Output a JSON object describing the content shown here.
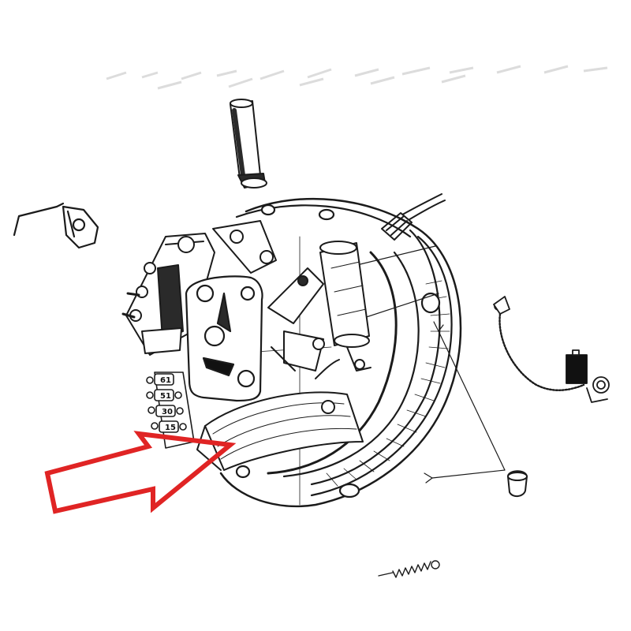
{
  "diagram": {
    "terminal_labels": [
      "61",
      "51",
      "30",
      "15"
    ],
    "colors": {
      "ink": "#1b1b1b",
      "arrow": "#e02424",
      "background": "#ffffff"
    }
  }
}
